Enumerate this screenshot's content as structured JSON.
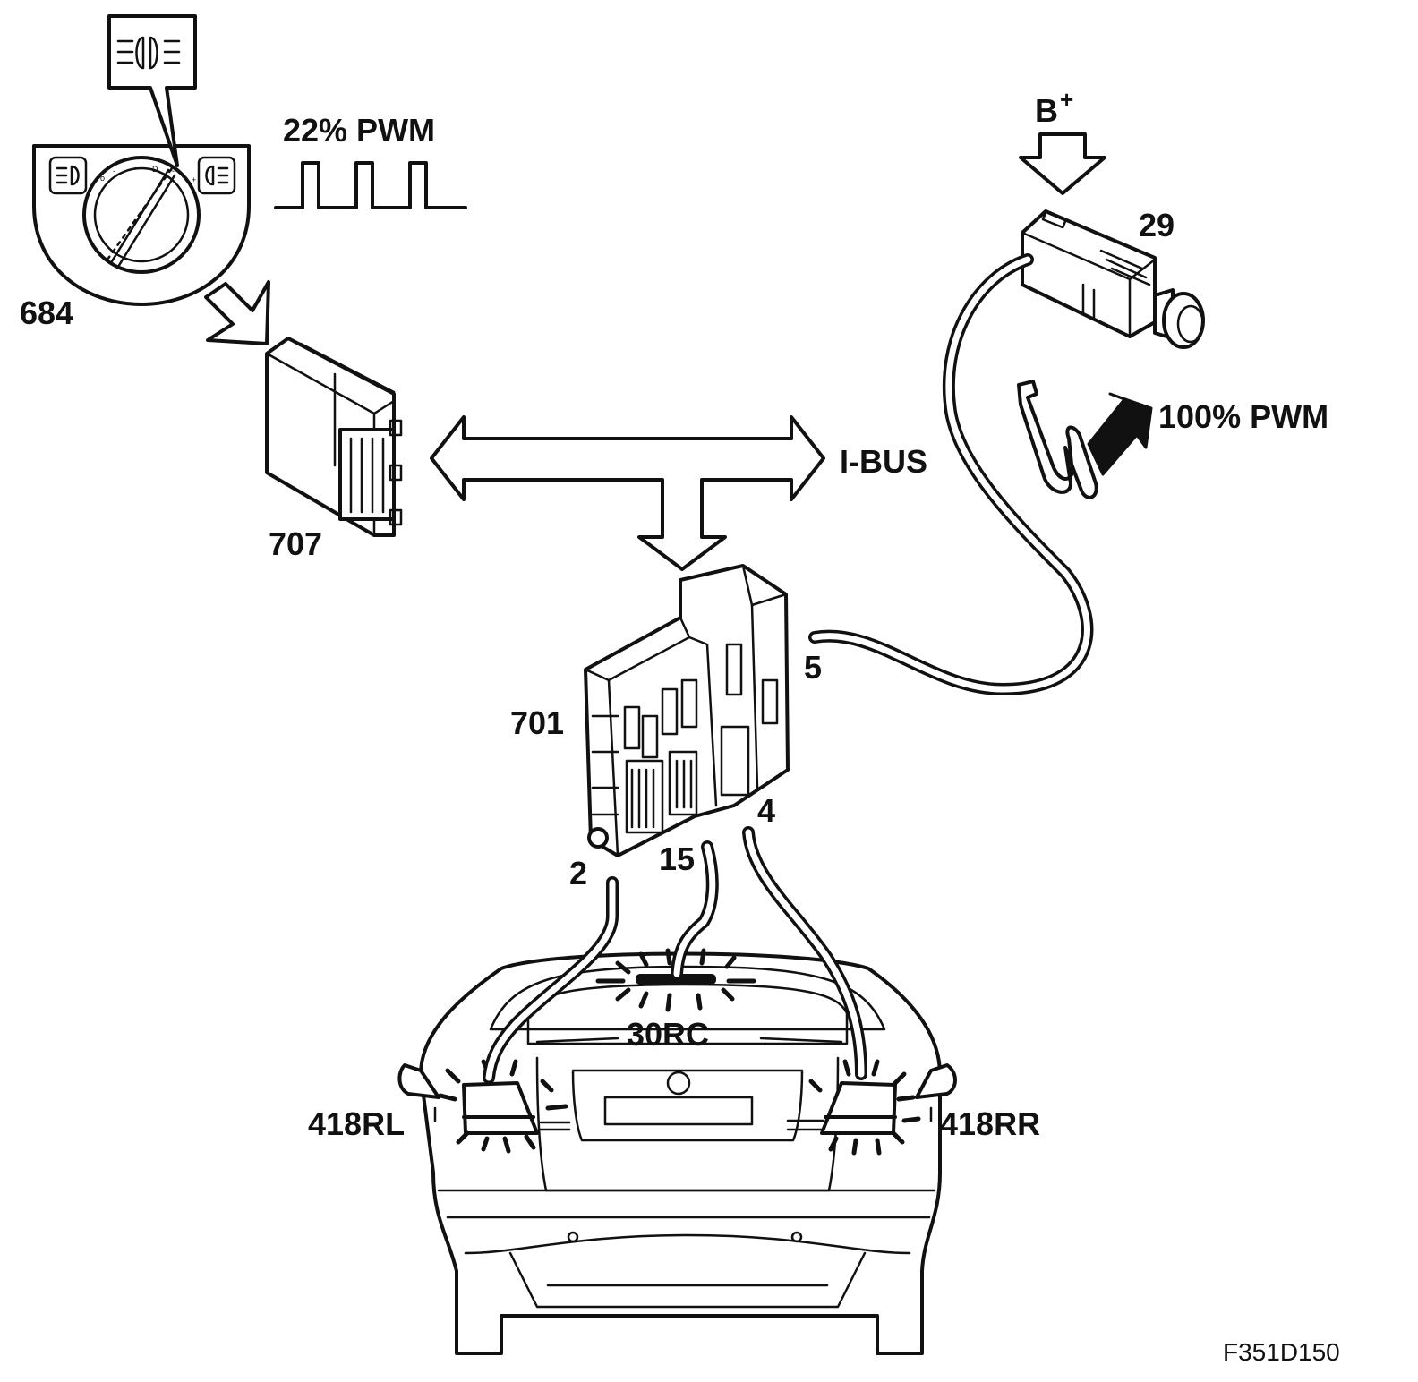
{
  "labels": {
    "switch_684": "684",
    "module_707": "707",
    "module_701": "701",
    "switch_29": "29",
    "light_30rc": "30RC",
    "lamp_418rl": "418RL",
    "lamp_418rr": "418RR",
    "pwm_22": "22% PWM",
    "pwm_100": "100% PWM",
    "bus": "I-BUS",
    "battery": "B",
    "battery_sup": "+",
    "pin_2": "2",
    "pin_15": "15",
    "pin_4": "4",
    "pin_5": "5",
    "figure_code": "F351D150"
  },
  "colors": {
    "line": "#111111",
    "background": "#ffffff"
  },
  "icons": {
    "headlamp_symbol": "headlamp-icon",
    "front_fog_symbol": "front-fog-lamp-icon",
    "rear_fog_symbol": "rear-fog-lamp-icon"
  }
}
